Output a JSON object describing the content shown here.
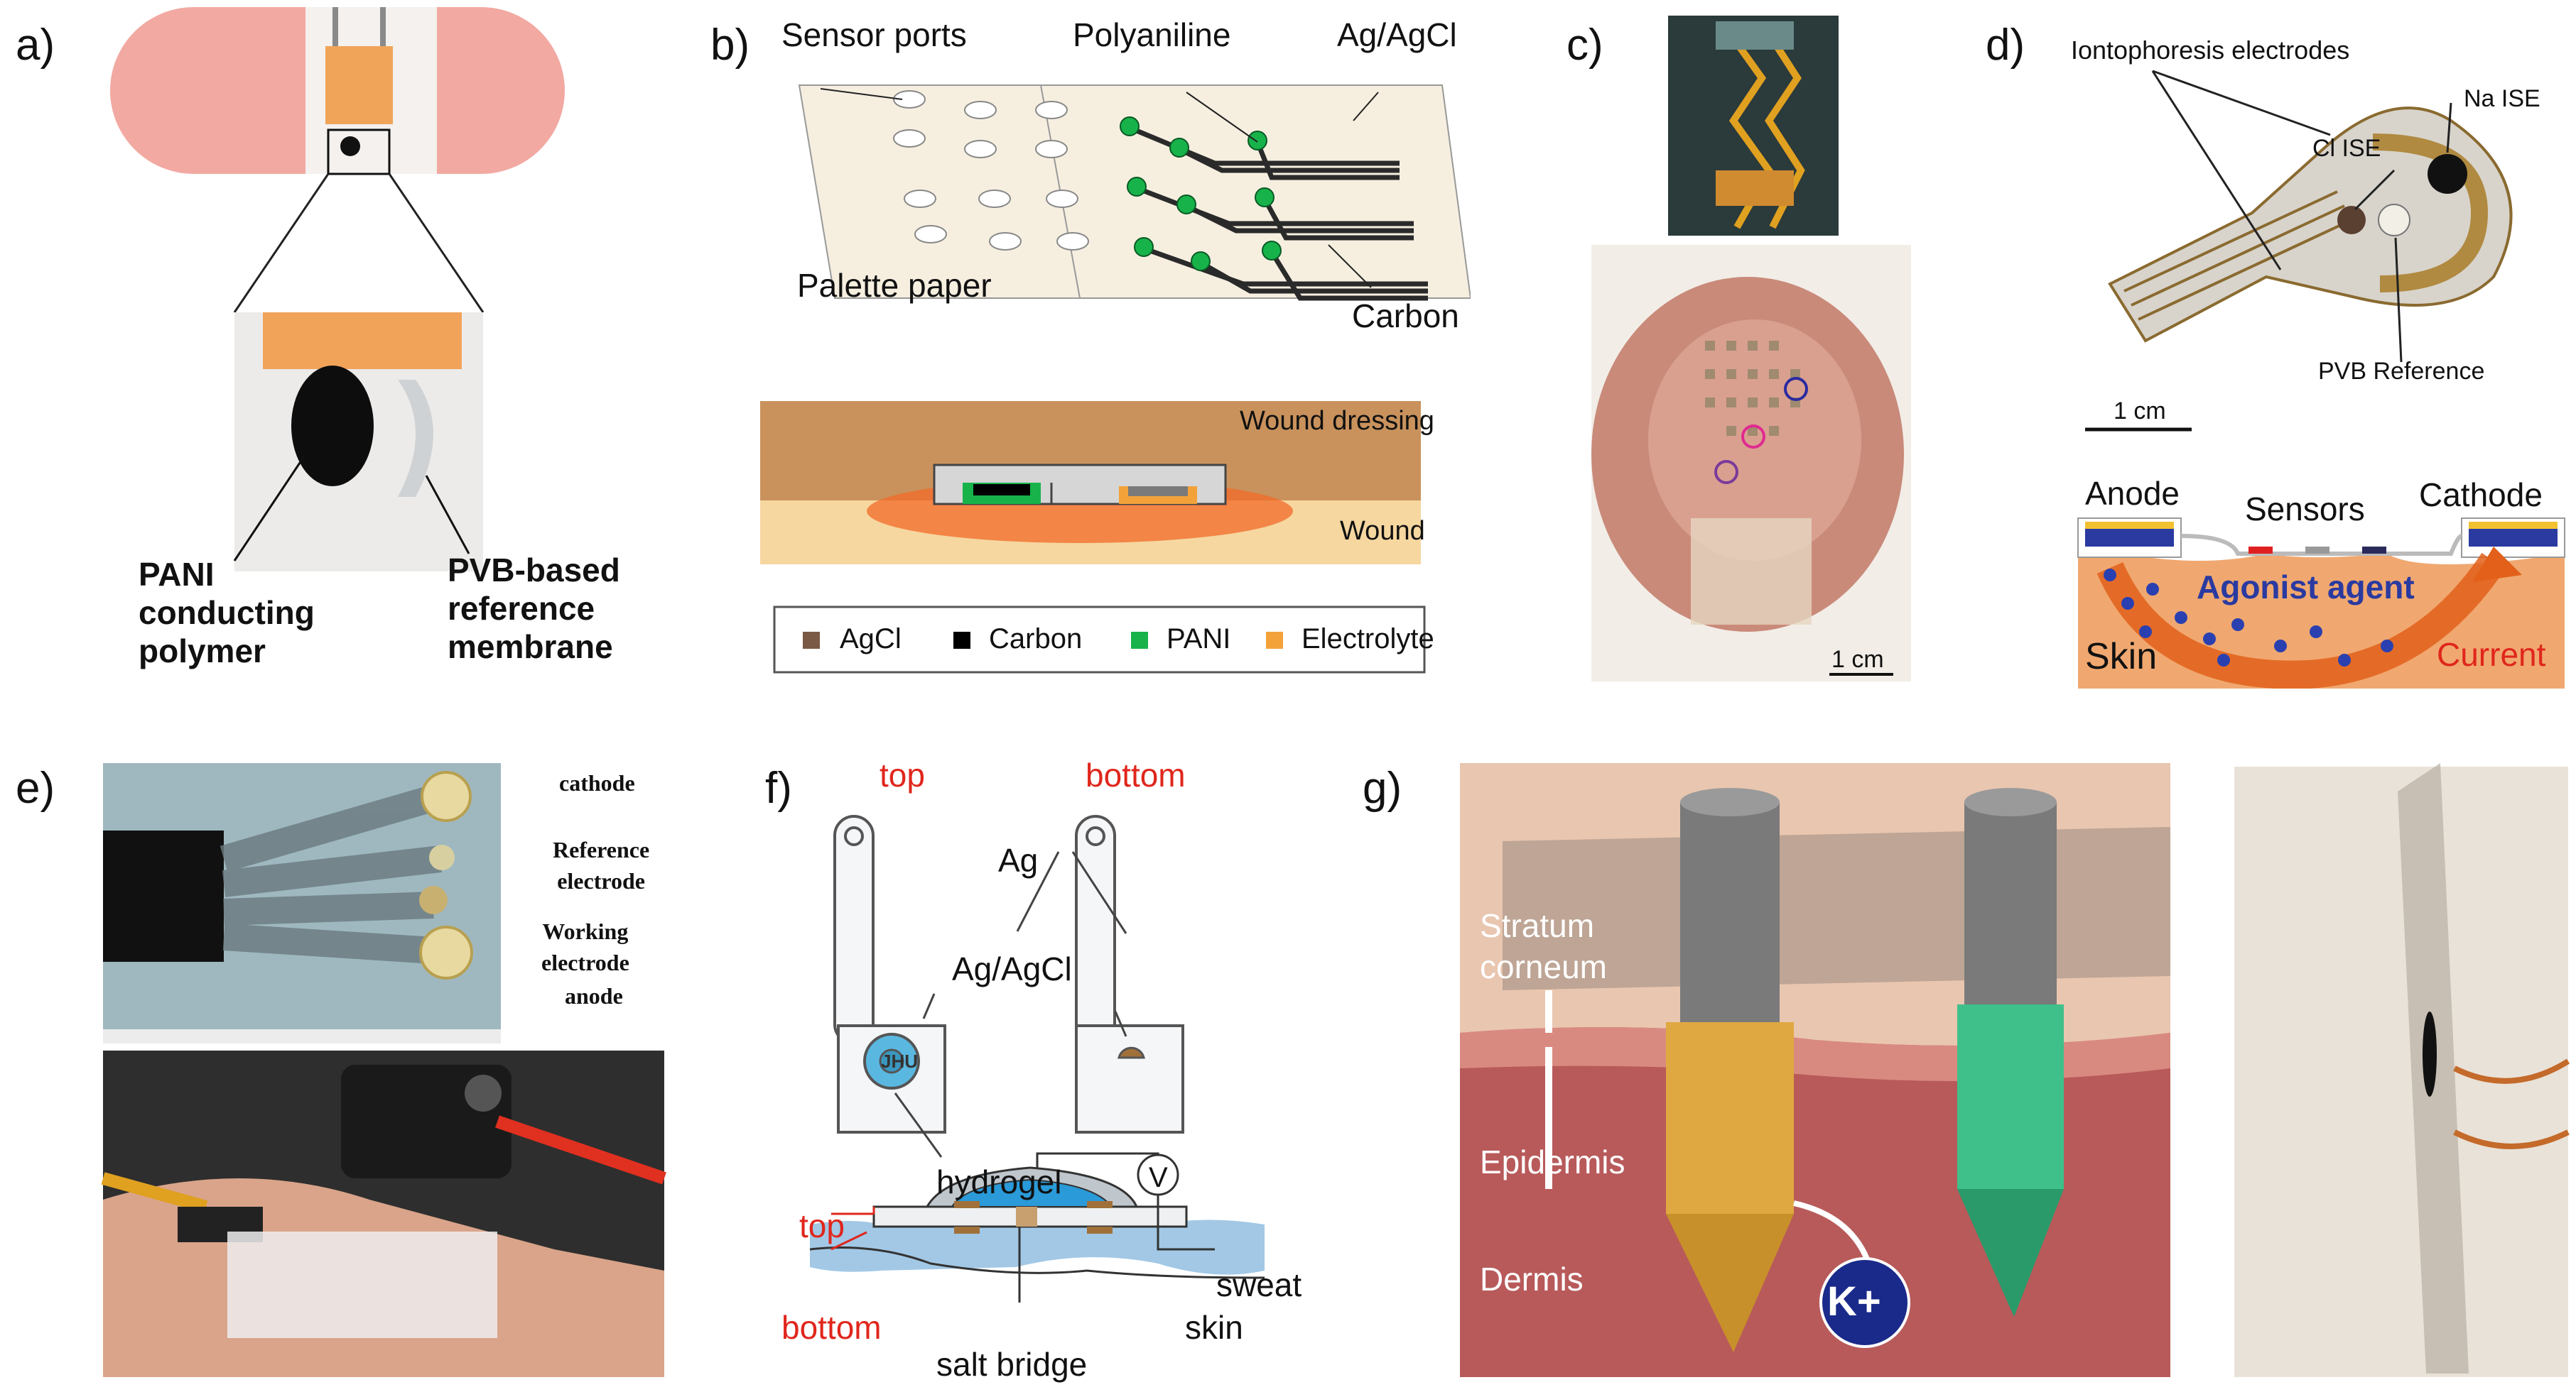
{
  "panels": {
    "a": {
      "label": "a)",
      "pani": "PANI\nconducting\npolymer",
      "pvb": "PVB-based\nreference\nmembrane"
    },
    "b": {
      "label": "b)",
      "sensor_ports": "Sensor ports",
      "polyaniline": "Polyaniline",
      "agagcl": "Ag/AgCl",
      "palette_paper": "Palette paper",
      "carbon": "Carbon",
      "wound_dressing": "Wound dressing",
      "wound": "Wound",
      "legend": [
        {
          "label": "AgCl",
          "color": "#7a5a44"
        },
        {
          "label": "Carbon",
          "color": "#000000"
        },
        {
          "label": "PANI",
          "color": "#17b34a"
        },
        {
          "label": "Electrolyte",
          "color": "#f3a23a"
        }
      ]
    },
    "c": {
      "label": "c)",
      "scale": "1 cm"
    },
    "d": {
      "label": "d)",
      "iontophoresis": "Iontophoresis electrodes",
      "na_ise": "Na ISE",
      "cl_ise": "Cl ISE",
      "pvb_ref": "PVB Reference",
      "scale": "1 cm",
      "anode": "Anode",
      "sensors": "Sensors",
      "cathode": "Cathode",
      "agonist": "Agonist agent",
      "skin": "Skin",
      "current": "Current"
    },
    "e": {
      "label": "e)",
      "cathode": "cathode",
      "reference": "Reference\nelectrode",
      "working": "Working\nelectrode",
      "anode": "anode"
    },
    "f": {
      "label": "f)",
      "top": "top",
      "bottom": "bottom",
      "ag": "Ag",
      "agagcl": "Ag/AgCl",
      "jhu": "JHU",
      "hydrogel": "hydrogel",
      "v": "V",
      "sweat": "sweat",
      "skin": "skin",
      "salt_bridge": "salt bridge"
    },
    "g": {
      "label": "g)",
      "stratum": "Stratum\ncorneum",
      "epidermis": "Epidermis",
      "dermis": "Dermis",
      "kplus": "K+"
    }
  }
}
